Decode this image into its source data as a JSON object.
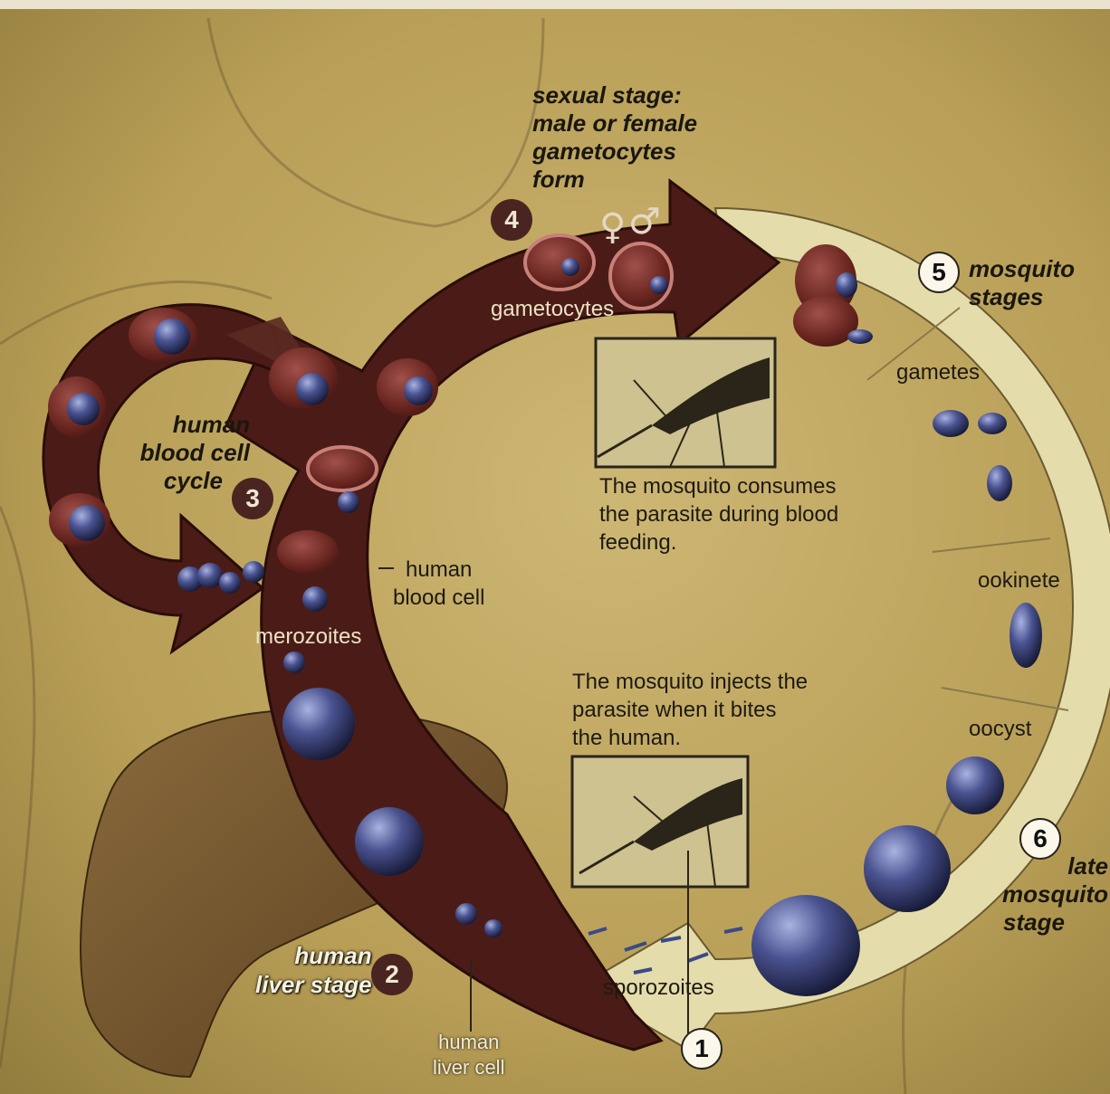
{
  "labels": {
    "sexual_stage": [
      "sexual stage:",
      "male or female",
      "gametocytes",
      "form"
    ],
    "gametocytes": "gametocytes",
    "mosquito_stages": [
      "mosquito",
      "stages"
    ],
    "gametes": "gametes",
    "consumes": [
      "The mosquito consumes",
      "the parasite during blood",
      "feeding."
    ],
    "ookinete": "ookinete",
    "injects": [
      "The mosquito injects the",
      "parasite when it bites",
      "the human."
    ],
    "oocyst": "oocyst",
    "late_mosquito_stage": [
      "late",
      "mosquito",
      "stage"
    ],
    "sporozoites": "sporozoites",
    "human_liver_cell": [
      "human",
      "liver cell"
    ],
    "human_liver_stage": [
      "human",
      "liver stage"
    ],
    "merozoites": "merozoites",
    "human_blood_cell": [
      "human",
      "blood cell"
    ],
    "human_blood_cell_cycle": [
      "human",
      "blood cell",
      "cycle"
    ]
  },
  "steps": {
    "one": "1",
    "two": "2",
    "three": "3",
    "four": "4",
    "five": "5",
    "six": "6"
  },
  "symbols": {
    "female": "♀",
    "male": "♂"
  },
  "colors": {
    "background": "#b8a05a",
    "human_arrow": "#4b1c17",
    "mosquito_ring": "#e4dcaa",
    "parasite": "#2e3466",
    "red_cell": "#6b2a24"
  }
}
